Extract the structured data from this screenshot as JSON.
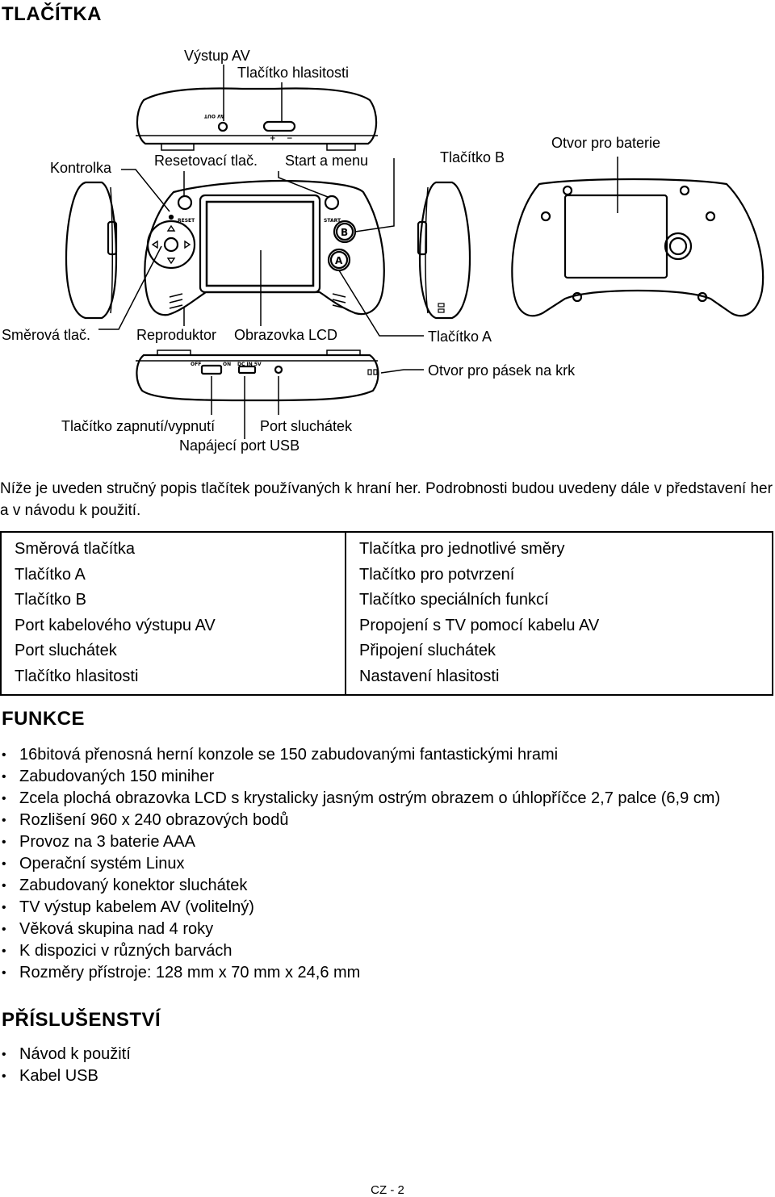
{
  "headings": {
    "buttons": "TLAČÍTKA",
    "functions": "FUNKCE",
    "accessories": "PŘÍSLUŠENSTVÍ"
  },
  "diagram_labels": {
    "av_out": "Výstup AV",
    "volume": "Tlačítko hlasitosti",
    "indicator": "Kontrolka",
    "reset": "Resetovací tlač.",
    "start_menu": "Start a menu",
    "button_b": "Tlačítko B",
    "battery": "Otvor pro baterie",
    "dpad": "Směrová tlač.",
    "speaker": "Reproduktor",
    "lcd": "Obrazovka LCD",
    "button_a": "Tlačítko A",
    "strap": "Otvor pro pásek na krk",
    "power": "Tlačítko zapnutí/vypnutí",
    "headphones": "Port sluchátek",
    "usb": "Napájecí port USB"
  },
  "device_print": {
    "av_out": "AV OUT",
    "plus": "+",
    "minus": "−",
    "reset": "RESET",
    "start": "START",
    "b": "B",
    "a": "A",
    "off": "OFF",
    "on": "ON",
    "dc_in": "DC IN 5V"
  },
  "intro": "Níže je uveden stručný popis tlačítek používaných k hraní her. Podrobnosti budou uvedeny dále v představení her a v návodu k použití.",
  "buttons_table": {
    "names": [
      "Směrová tlačítka",
      "Tlačítko A",
      "Tlačítko B",
      "Port kabelového výstupu AV",
      "Port sluchátek",
      "Tlačítko hlasitosti"
    ],
    "descriptions": [
      "Tlačítka pro jednotlivé směry",
      "Tlačítko pro potvrzení",
      "Tlačítko speciálních funkcí",
      "Propojení s TV pomocí kabelu AV",
      "Připojení sluchátek",
      "Nastavení hlasitosti"
    ]
  },
  "functions": [
    "16bitová přenosná herní konzole se 150 zabudovanými fantastickými hrami",
    "Zabudovaných 150 miniher",
    "Zcela plochá obrazovka LCD s krystalicky jasným ostrým obrazem o úhlopříčce 2,7 palce (6,9 cm)",
    "Rozlišení 960 x 240 obrazových bodů",
    "Provoz na 3 baterie AAA",
    "Operační systém Linux",
    "Zabudovaný konektor sluchátek",
    "TV výstup kabelem AV (volitelný)",
    "Věková skupina nad 4 roky",
    "K dispozici v různých barvách",
    "Rozměry přístroje: 128 mm x 70 mm x 24,6 mm"
  ],
  "accessories": [
    "Návod k použití",
    "Kabel USB"
  ],
  "footer": "CZ - 2"
}
